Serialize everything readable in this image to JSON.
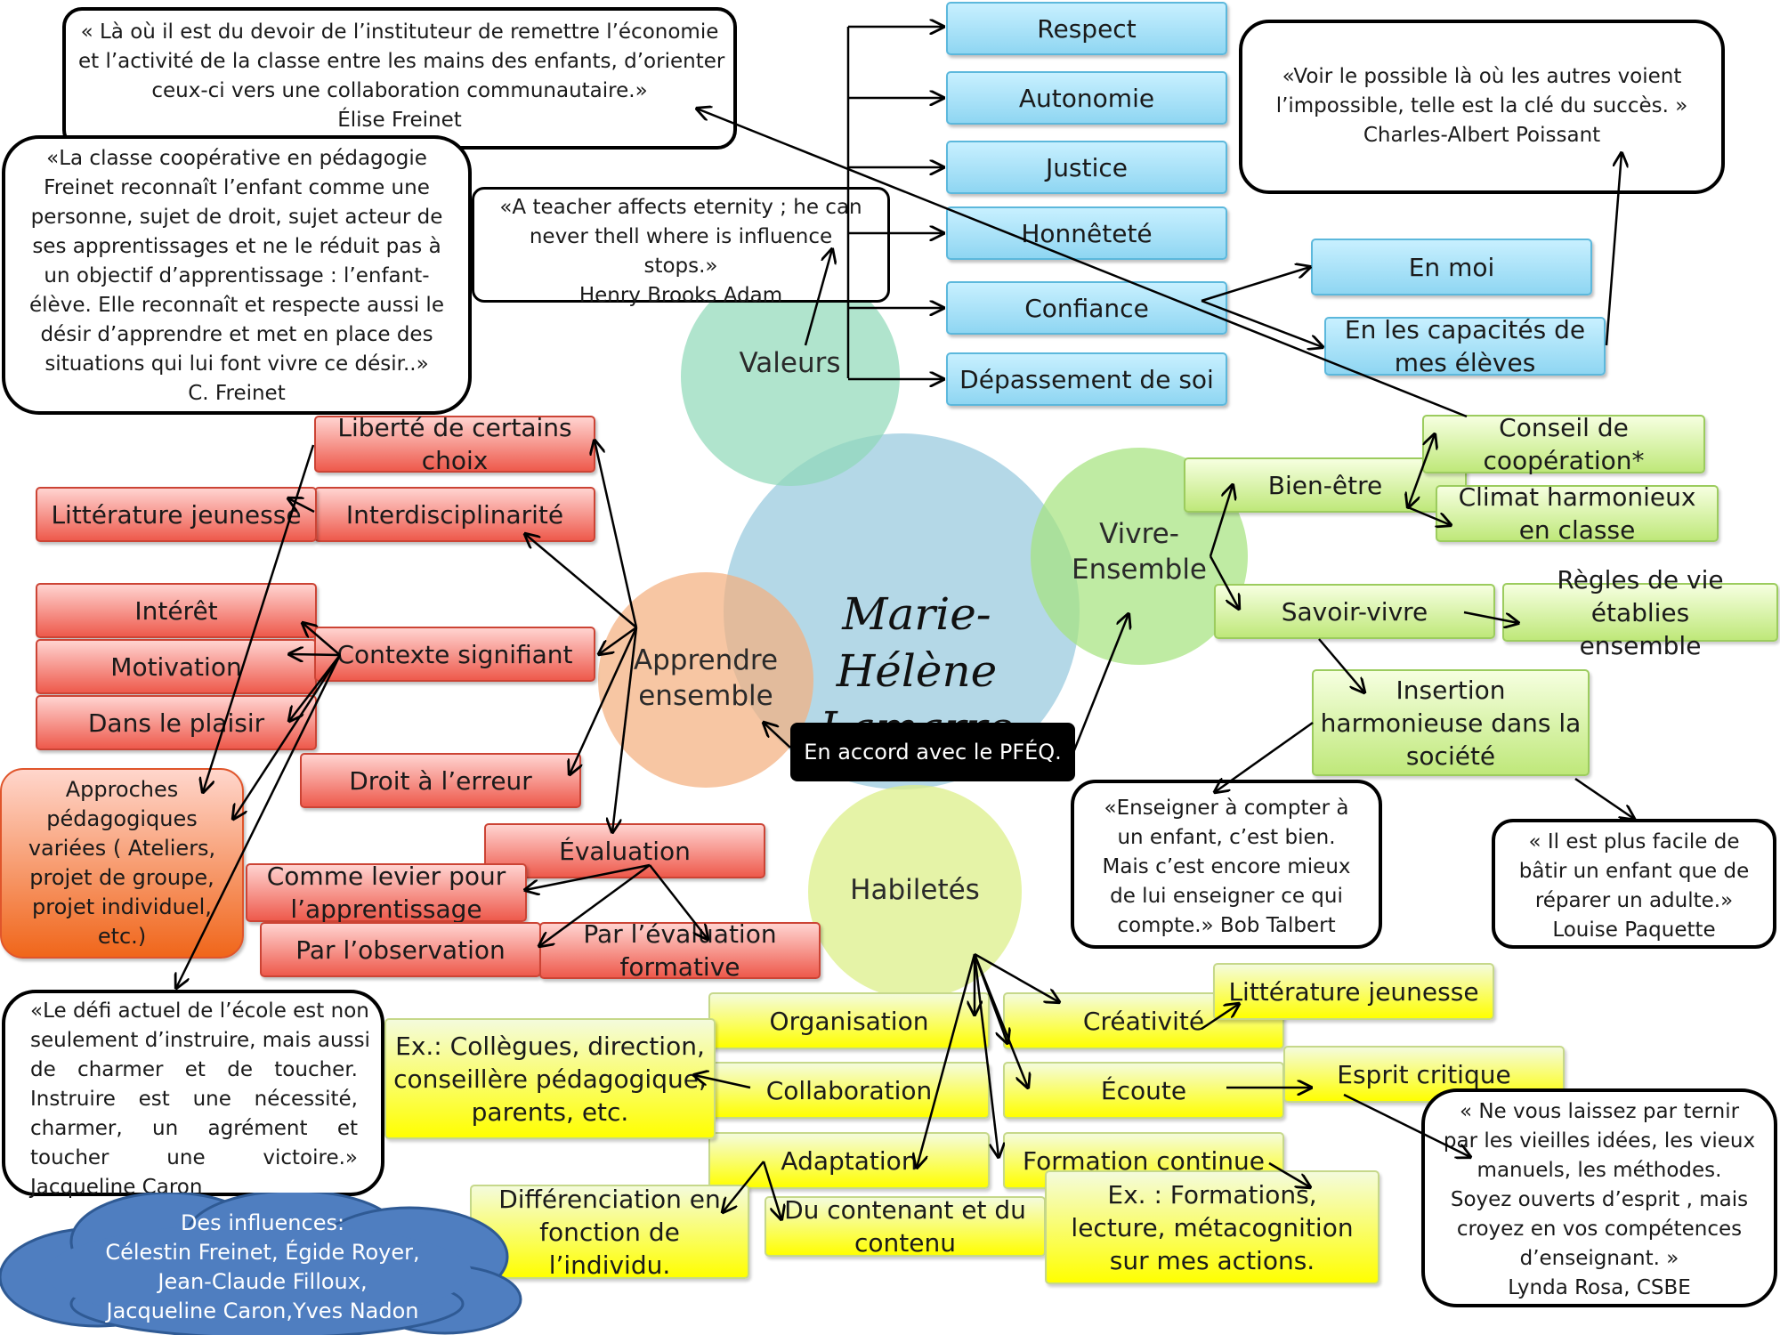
{
  "center": {
    "name_line1": "Marie-Hélène",
    "name_line2": "Lamarre",
    "pfeq_label": "En accord avec le PFÉQ."
  },
  "circles": {
    "valeurs": "Valeurs",
    "vivre_ensemble": [
      "Vivre-",
      "Ensemble"
    ],
    "apprendre_ensemble": [
      "Apprendre",
      "ensemble"
    ],
    "habiletes": "Habiletés"
  },
  "values": {
    "items": [
      "Respect",
      "Autonomie",
      "Justice",
      "Honnêteté",
      "Confiance",
      "Dépassement de soi"
    ],
    "confiance_en_moi": "En moi",
    "confiance_eleves": [
      "En les capacités de",
      "mes élèves"
    ]
  },
  "vivre": {
    "bien_etre": "Bien-être",
    "conseil": [
      "Conseil de",
      "coopération*"
    ],
    "climat": [
      "Climat harmonieux",
      "en classe"
    ],
    "savoir_vivre": "Savoir-vivre",
    "regles": [
      "Règles de vie établies",
      "ensemble"
    ],
    "insertion": [
      "Insertion",
      "harmonieuse dans la",
      "société"
    ]
  },
  "apprendre": {
    "liberte": [
      "Liberté de certains",
      "choix"
    ],
    "interdisciplinarite": "Interdisciplinarité",
    "litterature": "Littérature jeunesse",
    "interet": "Intérêt",
    "motivation": "Motivation",
    "plaisir": "Dans le plaisir",
    "contexte": "Contexte signifiant",
    "droit_erreur": "Droit à l’erreur",
    "approches": [
      "Approches",
      "pédagogiques",
      "variées ( Ateliers,",
      "projet de groupe,",
      "projet individuel,",
      "etc.)"
    ],
    "evaluation": "Évaluation",
    "levier": [
      "Comme levier pour",
      "l’apprentissage"
    ],
    "observation": "Par l’observation",
    "formative": [
      "Par l’évaluation",
      "formative"
    ]
  },
  "habiletes": {
    "organisation": "Organisation",
    "collaboration": "Collaboration",
    "adaptation": "Adaptation",
    "exemples": [
      "Ex.: Collègues, direction,",
      "conseillère pédagogique,",
      "parents, etc."
    ],
    "differenciation": [
      "Différenciation en",
      "fonction de",
      "l’individu."
    ],
    "contenant": [
      "Du contenant et du",
      "contenu"
    ],
    "creativite": "Créativité",
    "litterature": "Littérature jeunesse",
    "ecoute": "Écoute",
    "esprit_critique": "Esprit critique",
    "formation": "Formation continue",
    "formations_ex": [
      "Ex. : Formations,",
      "lecture, métacognition",
      "sur mes actions."
    ]
  },
  "quotes": {
    "elise": [
      "« Là où il est du devoir de l’instituteur de remettre l’économie",
      "et l’activité de la classe entre les mains des enfants, d’orienter",
      "ceux-ci vers une collaboration communautaire.»",
      "Élise Freinet"
    ],
    "freinet": [
      "«La classe coopérative en pédagogie",
      "Freinet reconnaît l’enfant comme une",
      "personne, sujet de droit, sujet acteur de",
      "ses apprentissages et ne le réduit pas à",
      "un objectif d’apprentissage : l’enfant-",
      "élève. Elle reconnaît et respecte aussi le",
      "désir d’apprendre et met en place des",
      "situations qui lui font vivre ce désir..»",
      "C. Freinet"
    ],
    "adam": [
      "«A teacher affects eternity ; he can",
      "never thell where is influence",
      "stops.»",
      "Henry Brooks Adam"
    ],
    "poissant": [
      "«Voir le possible là où les autres voient",
      "l’impossible, telle est la clé du succès. »",
      "Charles-Albert Poissant"
    ],
    "talbert": [
      "«Enseigner à compter à",
      "un enfant, c’est bien.",
      "Mais c’est encore mieux",
      "de lui enseigner ce qui",
      "compte.» Bob Talbert"
    ],
    "paquette": [
      "« Il est plus facile de",
      "bâtir un enfant que de",
      "réparer un adulte.»",
      "Louise Paquette"
    ],
    "caron": [
      "«Le défi actuel de l’école est non",
      "seulement d’instruire, mais aussi",
      "de charmer et de toucher.",
      "Instruire est une nécessité,",
      "charmer, un agrément et",
      "toucher une victoire.»",
      "Jacqueline Caron"
    ],
    "rosa": [
      "« Ne vous laissez par ternir",
      "par les vieilles idées, les vieux",
      "manuels, les méthodes.",
      "Soyez ouverts d’esprit , mais",
      "croyez en vos compétences",
      "d’enseignant. »",
      "Lynda Rosa, CSBE"
    ]
  },
  "cloud": [
    "Des influences:",
    "Célestin Freinet, Égide Royer,",
    "Jean-Claude Filloux,",
    "Jacqueline Caron,Yves Nadon"
  ],
  "colors": {
    "valeurs_circle": "#8ed9b8",
    "center_circle": "#9fcde0",
    "vivre_circle": "#a6e37f",
    "apprendre_circle": "#f4b07f",
    "habiletes_circle": "#dcef8a",
    "cloud": "#4f7ec0"
  }
}
